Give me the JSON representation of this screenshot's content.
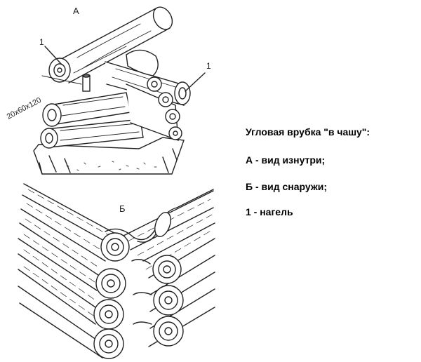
{
  "figure": {
    "label_a": "А",
    "label_b": "Б",
    "callout_1_left": "1",
    "callout_1_right": "1",
    "dimension": "20x60x120"
  },
  "legend": {
    "title": "Угловая врубка \"в чашу\":",
    "item_a": "А - вид изнутри;",
    "item_b": "Б - вид снаружи;",
    "item_1": "1 - нагель"
  }
}
